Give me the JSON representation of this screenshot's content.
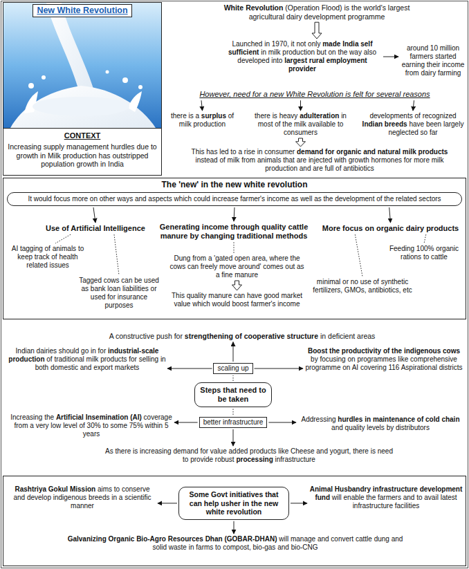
{
  "diagram": {
    "title": "New White Revolution",
    "nodes": [
      {
        "text": [
          "CONTEXT",
          "Increasing supply management hurdles due to growth in Milk production has outstripped population growth in India"
        ]
      },
      {
        "text": [
          "White Revolution (Operation Flood) is the world's largest agricultural dairy development programme"
        ]
      },
      {
        "text": [
          "Launched in 1970, it not only made India self sufficient in milk production but on the way also developed into largest rural employment provider"
        ]
      },
      {
        "text": [
          "around 10 million farmers started earning their income from dairy farming"
        ]
      },
      {
        "text": [
          "However, need for a new White Revolution is felt for several reasons"
        ]
      },
      {
        "text": [
          "there is a surplus of milk production"
        ]
      },
      {
        "text": [
          "there is heavy adulteration in most of the milk available to consumers"
        ]
      },
      {
        "text": [
          "developments of recognized Indian breeds have been largely neglected so far"
        ]
      },
      {
        "text": [
          "This has led to a rise in consumer demand for organic and natural milk products instead of milk from animals that are injected with growth hormones for more milk production and are full of antibiotics"
        ]
      },
      {
        "text": [
          "The 'new' in the new white revolution"
        ]
      },
      {
        "text": [
          "It would focus more on other ways and aspects which could increase farmer's income as well as the development of the related sectors"
        ],
        "in": 9
      },
      {
        "text": [
          "Use of Artificial Intelligence"
        ],
        "in": 9
      },
      {
        "text": [
          "Generating income through quality cattle manure by changing traditional methods"
        ],
        "in": 9
      },
      {
        "text": [
          "More focus on organic dairy products"
        ],
        "in": 9
      },
      {
        "text": [
          "AI tagging of animals to keep track of health related issues"
        ],
        "in": 9
      },
      {
        "text": [
          "Tagged cows can be used as bank loan liabilities or used for insurance purposes"
        ],
        "in": 9
      },
      {
        "text": [
          "Dung from a 'gated open area, where the cows can freely move around' comes out as a fine manure"
        ],
        "in": 9
      },
      {
        "text": [
          "This quality manure can have good market value which would boost farmer's income"
        ],
        "in": 9
      },
      {
        "text": [
          "Feeding 100% organic rations to cattle"
        ],
        "in": 9
      },
      {
        "text": [
          "minimal or no use of synthetic fertilizers, GMOs, antibiotics, etc"
        ],
        "in": 9
      },
      {
        "text": [
          "A constructive push for strengthening of cooperative structure in deficient areas"
        ]
      },
      {
        "text": [
          "Indian dairies should go in for industrial-scale production of traditional milk products for selling in both domestic and export markets"
        ]
      },
      {
        "text": [
          "Boost the productivity of the indigenous cows by focusing on programmes like comprehensive programme on AI covering 116 Aspirational districts"
        ]
      },
      {
        "text": [
          "scaling up"
        ]
      },
      {
        "text": [
          "Steps that need to be taken"
        ]
      },
      {
        "text": [
          "better infrastructure"
        ]
      },
      {
        "text": [
          "Increasing the Artificial Insemination (AI) coverage from a very low level of 30% to some 75% within 5 years"
        ]
      },
      {
        "text": [
          "Addressing hurdles in maintenance of cold chain and quality levels by distributors"
        ]
      },
      {
        "text": [
          "As there is increasing demand for value added products like Cheese and yogurt, there is need to provide robust processing infrastructure"
        ]
      },
      {
        "text": [
          "Rashtriya Gokul Mission aims to conserve and develop indigenous breeds in a scientific manner"
        ]
      },
      {
        "text": [
          "Some Govt initiatives that can help usher in the new white revolution"
        ]
      },
      {
        "text": [
          "Animal Husbandry infrastructure development fund will enable the farmers and to avail latest infrastructure facilities"
        ]
      },
      {
        "text": [
          "Galvanizing Organic Bio-Agro Resources Dhan (GOBAR-DHAN) will manage and convert cattle dung and solid waste in farms to compost, bio-gas and bio-CNG"
        ]
      }
    ],
    "edges": [
      {
        "from": 1,
        "to": 2,
        "arrow": "to"
      },
      {
        "from": 2,
        "to": 3,
        "arrow": "to"
      },
      {
        "from": 4,
        "to": 5,
        "arrow": "to"
      },
      {
        "from": 4,
        "to": 6,
        "arrow": "to"
      },
      {
        "from": 4,
        "to": 7,
        "arrow": "to"
      },
      {
        "from": 6,
        "to": 8,
        "arrow": "to"
      },
      {
        "from": 10,
        "to": 11,
        "arrow": "to"
      },
      {
        "from": 10,
        "to": 12,
        "arrow": "to"
      },
      {
        "from": 10,
        "to": 13,
        "arrow": "to"
      },
      {
        "from": 11,
        "to": 14,
        "arrow": "none"
      },
      {
        "from": 11,
        "to": 15,
        "arrow": "none"
      },
      {
        "from": 12,
        "to": 16,
        "arrow": "none"
      },
      {
        "from": 16,
        "to": 17,
        "arrow": "to"
      },
      {
        "from": 13,
        "to": 18,
        "arrow": "none"
      },
      {
        "from": 13,
        "to": 19,
        "arrow": "none"
      },
      {
        "from": 24,
        "to": 23,
        "arrow": "none"
      },
      {
        "from": 23,
        "to": 20,
        "arrow": "to"
      },
      {
        "from": 23,
        "to": 21,
        "arrow": "to"
      },
      {
        "from": 23,
        "to": 22,
        "arrow": "to"
      },
      {
        "from": 24,
        "to": 25,
        "arrow": "none"
      },
      {
        "from": 25,
        "to": 26,
        "arrow": "to"
      },
      {
        "from": 25,
        "to": 27,
        "arrow": "to"
      },
      {
        "from": 25,
        "to": 28,
        "arrow": "to"
      },
      {
        "from": 30,
        "to": 29,
        "arrow": "to"
      },
      {
        "from": 30,
        "to": 31,
        "arrow": "to"
      },
      {
        "from": 30,
        "to": 32,
        "arrow": "to"
      }
    ]
  }
}
